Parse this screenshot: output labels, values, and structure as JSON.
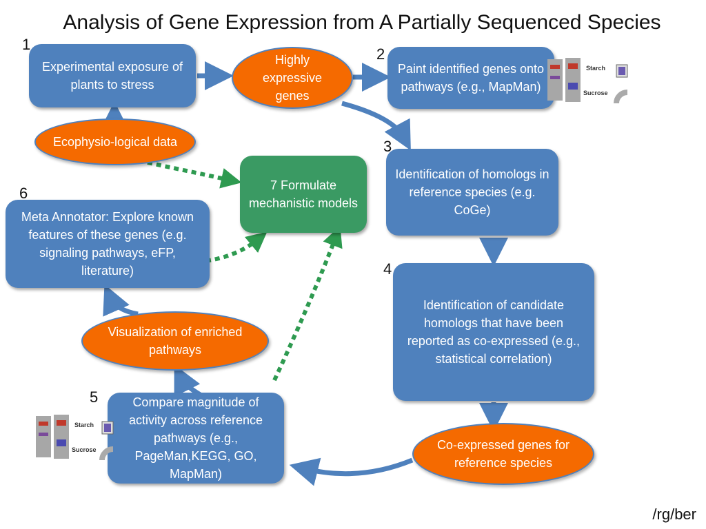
{
  "title": "Analysis of Gene Expression from A Partially Sequenced Species",
  "numbers": {
    "n1": "1",
    "n2": "2",
    "n3": "3",
    "n4": "4",
    "n5": "5",
    "n6": "6"
  },
  "boxes": {
    "exposure": "Experimental exposure of plants to stress",
    "paint": "Paint identified genes onto pathways (e.g., MapMan)",
    "homologs": "Identification of homologs in reference species (e.g. CoGe)",
    "candidates": "Identification of candidate homologs that have been reported as co-expressed (e.g., statistical correlation)",
    "formulate": "7  Formulate mechanistic models",
    "meta": "Meta Annotator: Explore known features of these genes (e.g. signaling pathways, eFP, literature)",
    "compare": "Compare magnitude of activity across reference pathways (e.g., PageMan,KEGG, GO, MapMan)"
  },
  "ovals": {
    "highly": "Highly expressive genes",
    "ecophys": "Ecophysio-logical data",
    "visualization": "Visualization of enriched pathways",
    "coexpressed": "Co-expressed genes for reference species"
  },
  "thumbnail": {
    "label_top": "Starch",
    "label_bottom": "Sucrose"
  },
  "footer": "/rg/ber",
  "colors": {
    "box_blue": "#4f81bd",
    "box_green": "#3a9a63",
    "oval_orange": "#f56a00",
    "arrow_blue": "#4f81bd",
    "dotted_green": "#2e9a50"
  }
}
